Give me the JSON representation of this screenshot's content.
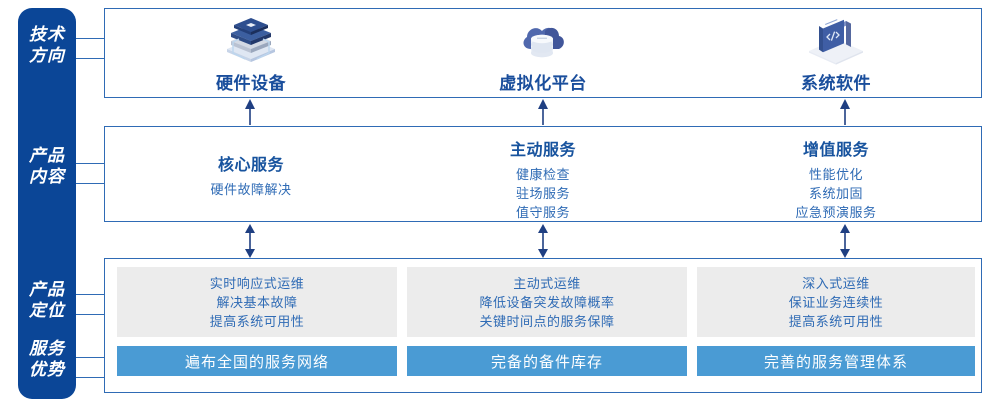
{
  "colors": {
    "rail_blue": "#0b4697",
    "panel_border": "#2f6bb5",
    "title_blue": "#17539e",
    "body_blue": "#2f6bb5",
    "grey_box": "#ececec",
    "bar_blue": "#4a9bd4",
    "white": "#ffffff"
  },
  "rail": {
    "labels": [
      {
        "id": "tech-direction",
        "text": "技术\n方向"
      },
      {
        "id": "product-content",
        "text": "产品\n内容"
      },
      {
        "id": "product-position",
        "text": "产品\n定位"
      },
      {
        "id": "service-advantage",
        "text": "服务\n优势"
      }
    ]
  },
  "tech_row": {
    "columns": [
      {
        "icon": "server-stack-icon",
        "label": "硬件设备"
      },
      {
        "icon": "cloud-database-icon",
        "label": "虚拟化平台"
      },
      {
        "icon": "software-code-icon",
        "label": "系统软件"
      }
    ]
  },
  "content_row": {
    "columns": [
      {
        "title": "核心服务",
        "items": [
          "硬件故障解决"
        ]
      },
      {
        "title": "主动服务",
        "items": [
          "健康检查",
          "驻场服务",
          "值守服务"
        ]
      },
      {
        "title": "增值服务",
        "items": [
          "性能优化",
          "系统加固",
          "应急预演服务"
        ]
      }
    ]
  },
  "bottom_row": {
    "columns": [
      {
        "position_items": [
          "实时响应式运维",
          "解决基本故障",
          "提高系统可用性"
        ],
        "advantage": "遍布全国的服务网络"
      },
      {
        "position_items": [
          "主动式运维",
          "降低设备突发故障概率",
          "关键时间点的服务保障"
        ],
        "advantage": "完备的备件库存"
      },
      {
        "position_items": [
          "深入式运维",
          "保证业务连续性",
          "提高系统可用性"
        ],
        "advantage": "完善的服务管理体系"
      }
    ]
  },
  "arrows": {
    "up": [
      {
        "name": "arrow-up-col1"
      },
      {
        "name": "arrow-up-col2"
      },
      {
        "name": "arrow-up-col3"
      }
    ],
    "both": [
      {
        "name": "arrow-updown-col1"
      },
      {
        "name": "arrow-updown-col2"
      },
      {
        "name": "arrow-updown-col3"
      }
    ]
  }
}
